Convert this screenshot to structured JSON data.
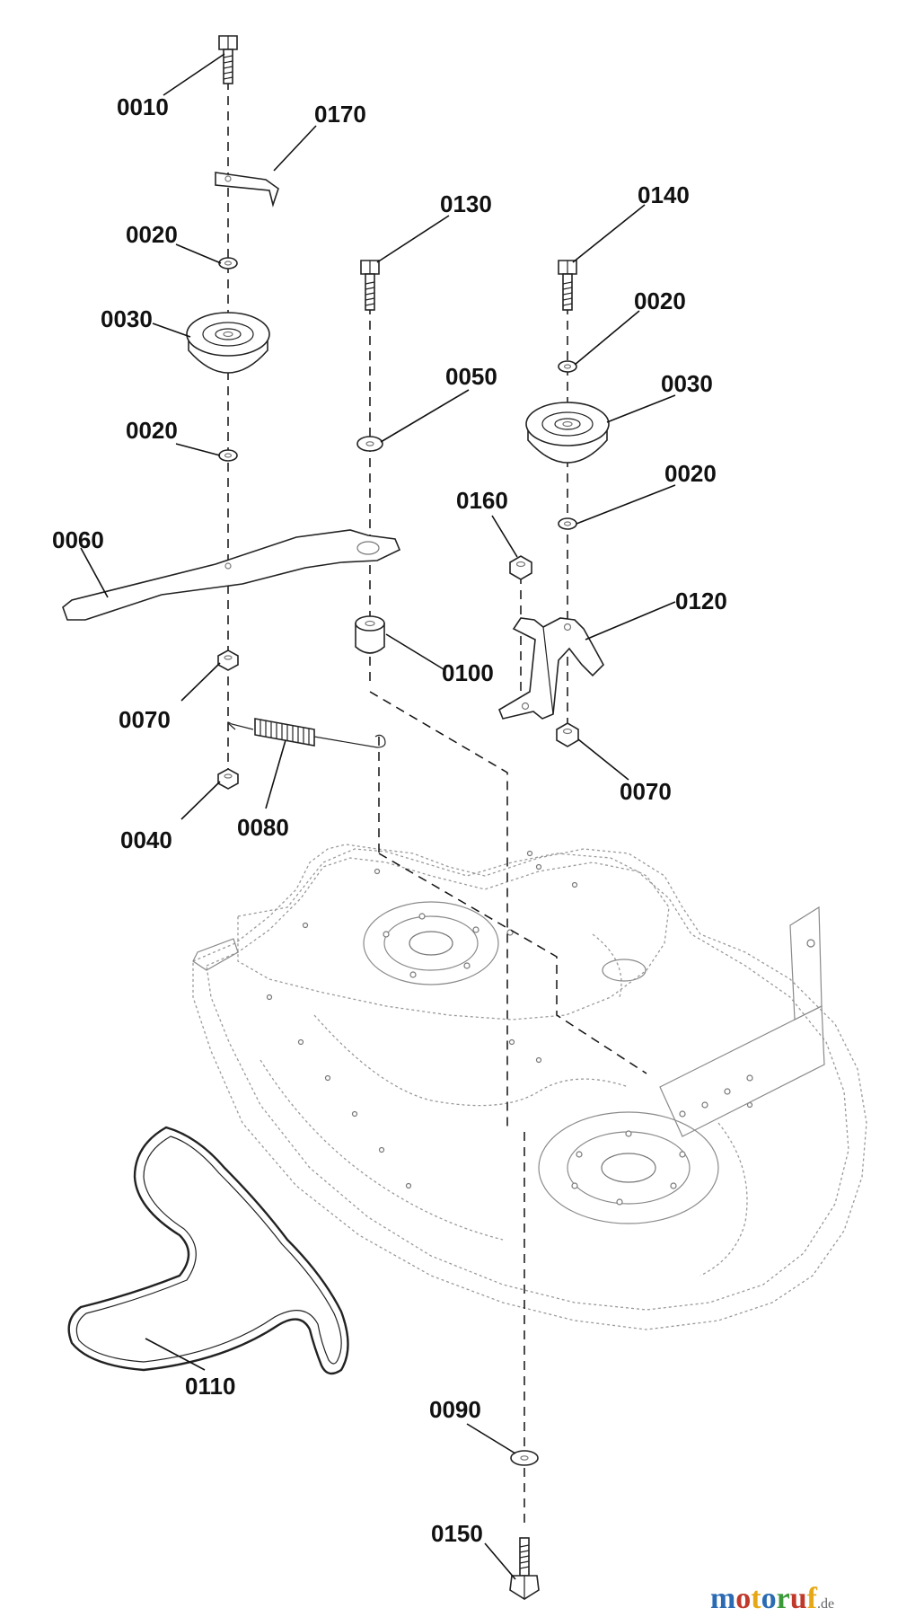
{
  "labels": {
    "l0010": "0010",
    "l0170": "0170",
    "l0020a": "0020",
    "l0030a": "0030",
    "l0020b": "0020",
    "l0130": "0130",
    "l0140": "0140",
    "l0020c": "0020",
    "l0050": "0050",
    "l0030b": "0030",
    "l0020d": "0020",
    "l0160": "0160",
    "l0060": "0060",
    "l0120": "0120",
    "l0100": "0100",
    "l0070a": "0070",
    "l0070b": "0070",
    "l0040": "0040",
    "l0080": "0080",
    "l0110": "0110",
    "l0090": "0090",
    "l0150": "0150"
  },
  "watermark": {
    "letters": [
      "m",
      "o",
      "t",
      "o",
      "r",
      "u",
      "f"
    ],
    "letter_colors": [
      "#2b6bb3",
      "#c0392b",
      "#e6a817",
      "#2b6bb3",
      "#3a9a3a",
      "#c0392b",
      "#e6a817"
    ],
    "suffix": ".de"
  }
}
